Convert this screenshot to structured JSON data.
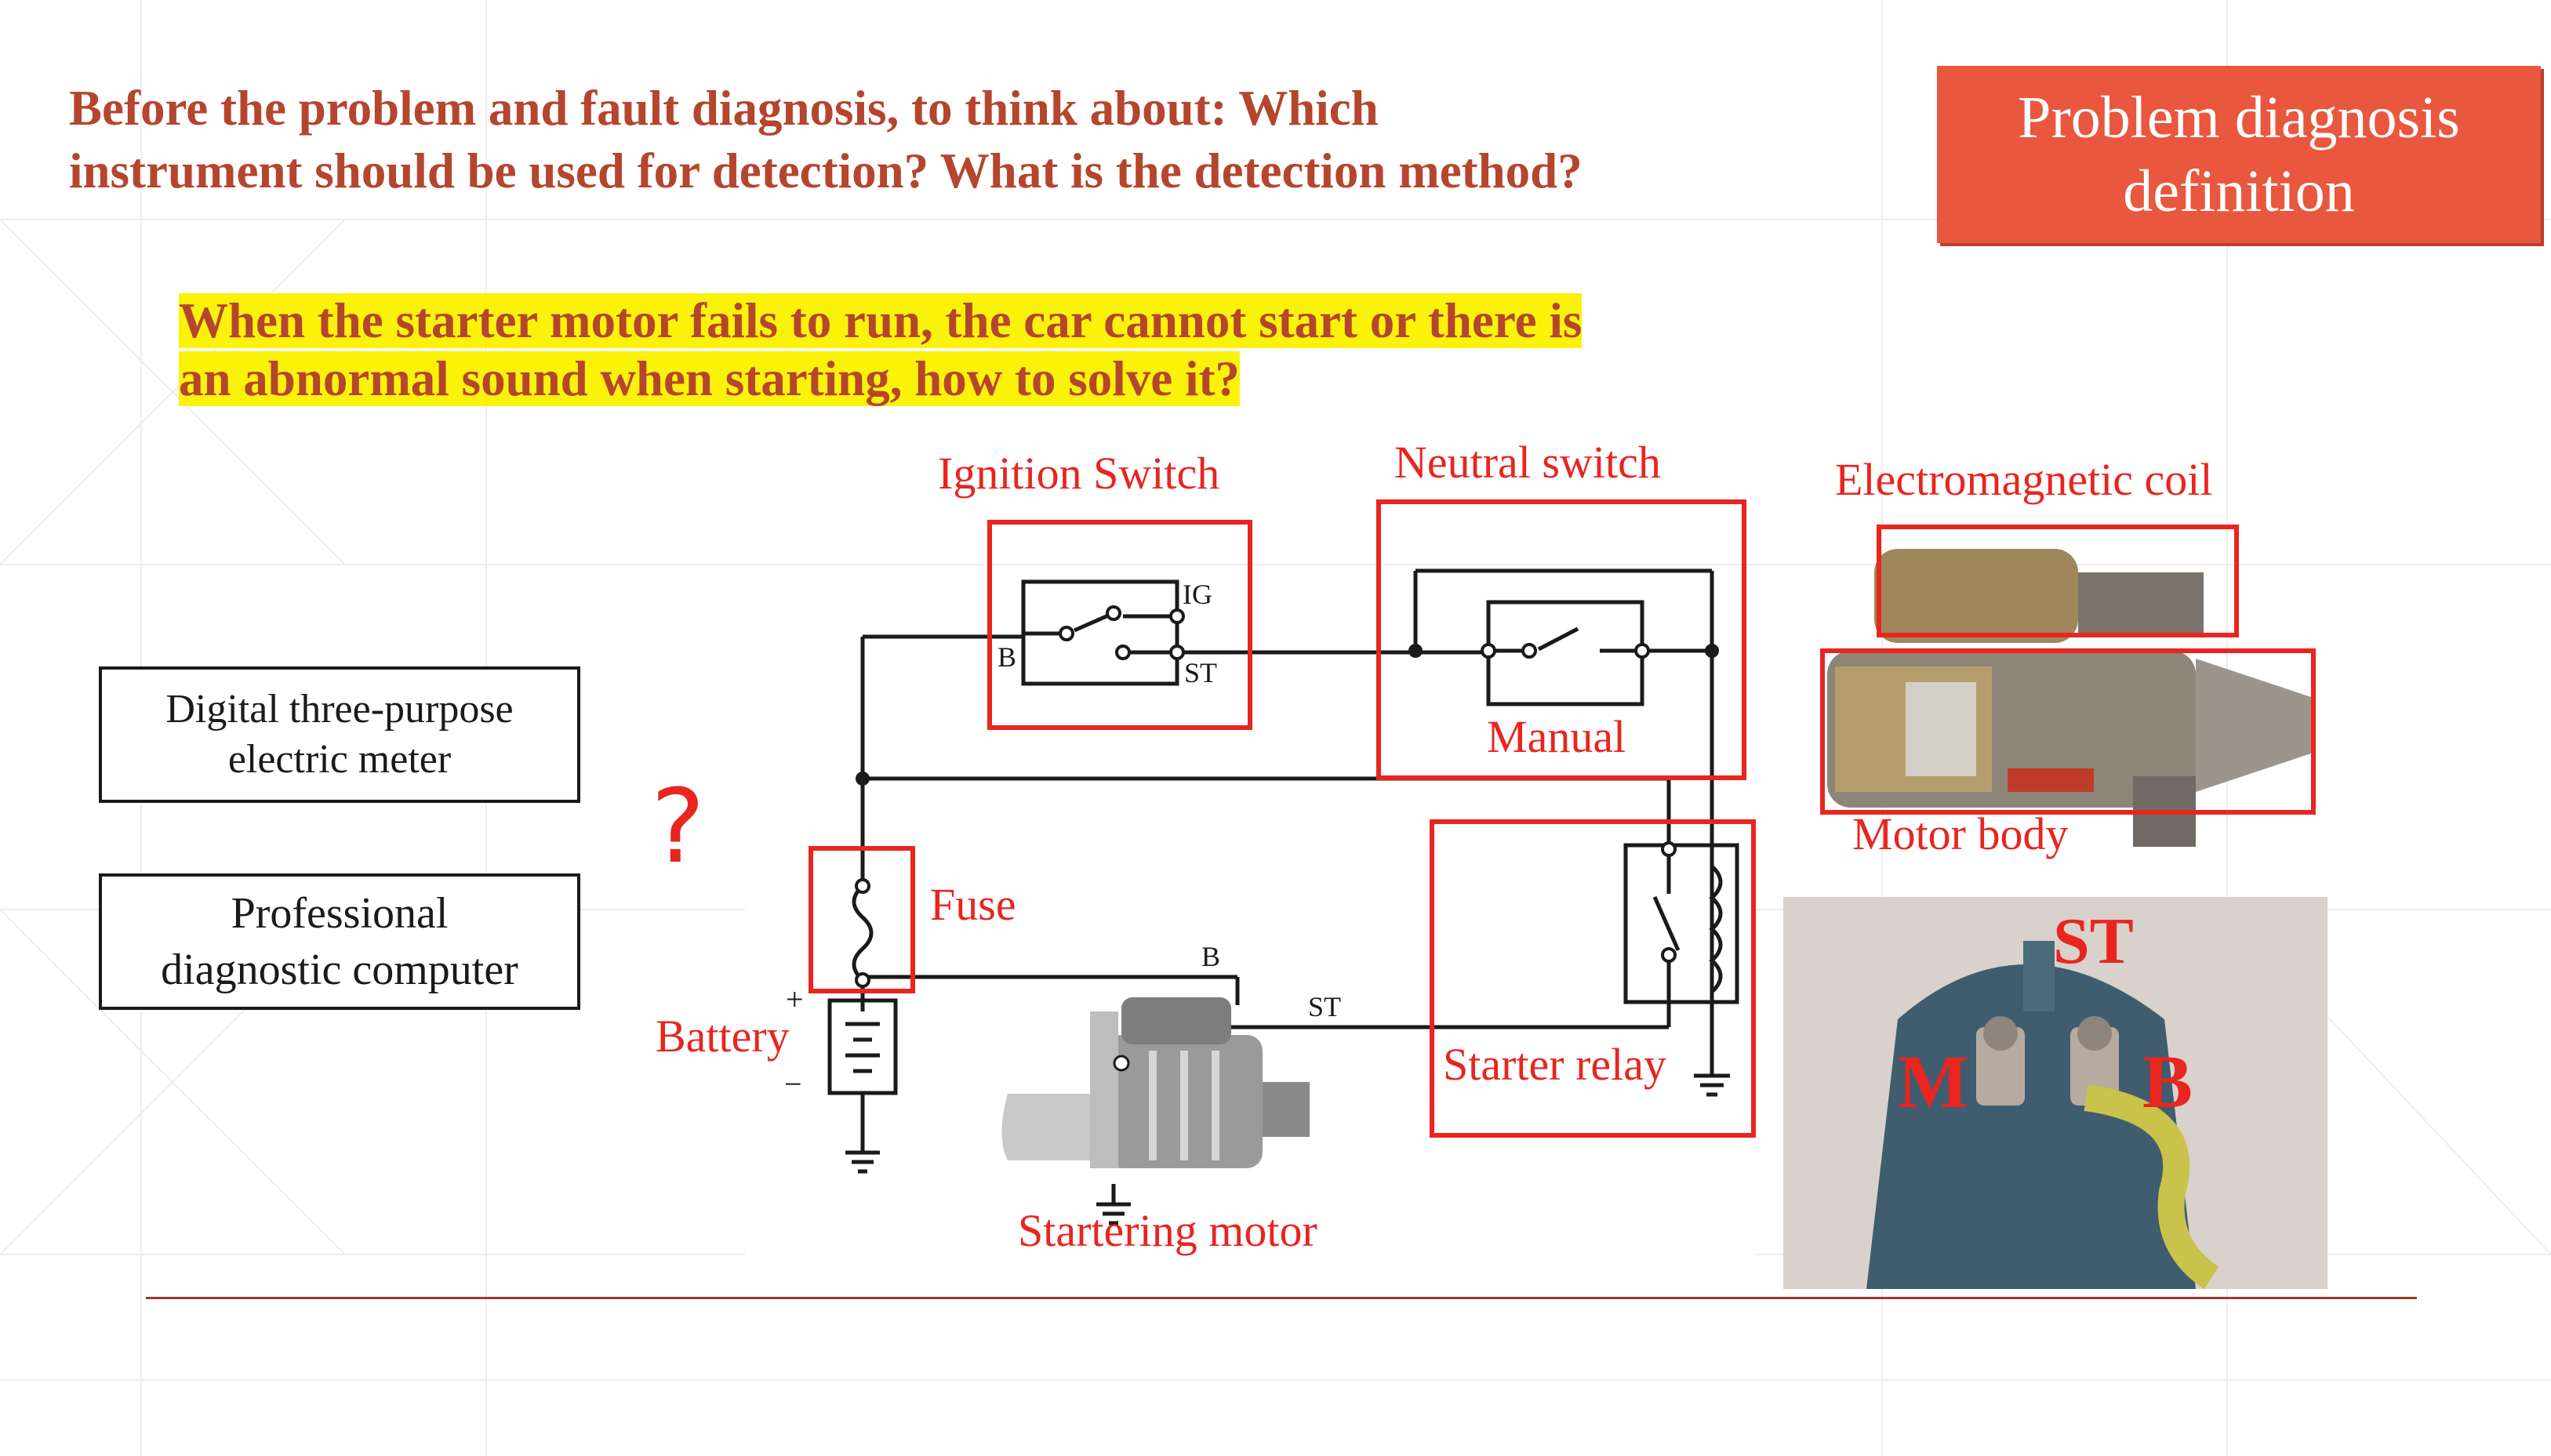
{
  "header": {
    "question": "Before the problem and fault diagnosis, to think about: Which instrument should be used for detection? What is the detection method?",
    "badge_line1": "Problem diagnosis",
    "badge_line2": "definition"
  },
  "problem": {
    "line1": "When the starter motor fails to run, the car cannot start or there is",
    "line2": "an abnormal sound when starting, how to solve it?"
  },
  "tools": {
    "meter_line1": "Digital three-purpose",
    "meter_line2": "electric meter",
    "computer_line1": "Professional",
    "computer_line2": "diagnostic computer",
    "question_mark": "?"
  },
  "labels": {
    "ignition_switch": "Ignition Switch",
    "neutral_switch": "Neutral switch",
    "electromagnetic_coil": "Electromagnetic coil",
    "manual": "Manual",
    "motor_body": "Motor body",
    "fuse": "Fuse",
    "battery": "Battery",
    "starter_relay": "Starter relay",
    "startering_motor": "Startering motor"
  },
  "diagram_text": {
    "ig": "IG",
    "b_switch": "B",
    "st_switch": "ST",
    "b_motor": "B",
    "st_motor": "ST",
    "plus": "+",
    "minus": "−"
  },
  "photo_text": {
    "st": "ST",
    "m": "M",
    "b": "B"
  },
  "colors": {
    "title": "#b5452d",
    "badge": "#e8573e",
    "highlight": "#fbf20a",
    "red_annotation": "#e8251f",
    "rule": "#9b3a2a"
  }
}
